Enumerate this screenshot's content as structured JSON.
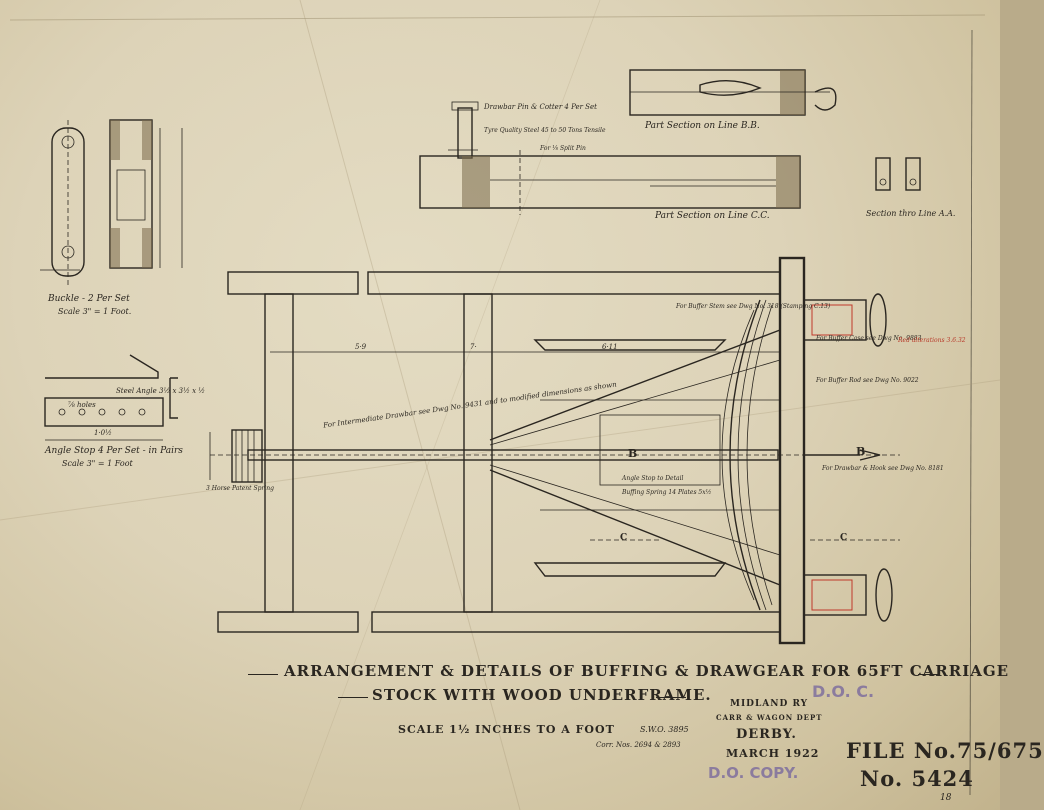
{
  "title": {
    "line1": "ARRANGEMENT & DETAILS OF BUFFING & DRAWGEAR FOR 65FT CARRIAGE",
    "line2": "STOCK WITH WOOD UNDERFRAME.",
    "scale": "SCALE 1½ INCHES TO A FOOT",
    "swo": "S.W.O. 3895",
    "correction": "Corr. Nos. 2694 & 2893"
  },
  "office": {
    "company": "MIDLAND RY",
    "dept": "CARR & WAGON DEPT",
    "place": "DERBY.",
    "date": "MARCH 1922"
  },
  "stamps": {
    "do_copy": "D.O. COPY.",
    "do_top": "D.O. C.",
    "file": "FILE No.75/675",
    "number": "No. 5424",
    "corner": "18"
  },
  "details": {
    "buckle_title": "Buckle - 2 Per Set",
    "buckle_scale": "Scale 3\" = 1 Foot.",
    "angle_title": "Angle Stop 4 Per Set - in Pairs",
    "angle_scale": "Scale 3\" = 1 Foot",
    "angle_note": "Steel Angle 3½ x 3½ x ½",
    "holes_note": "⅞ holes",
    "section_bb": "Part Section on Line B.B.",
    "section_cc": "Part Section on Line C.C.",
    "section_aa": "Section thro Line A.A.",
    "drawbar_pin": "Drawbar Pin & Cotter 4 Per Set",
    "tyre_steel": "Tyre Quality Steel 45 to 50 Tons Tensile",
    "split_pin": "For ⅛ Split Pin",
    "buffer_stem": "For Buffer Stem see Dwg No. 318 (Stamping C.13)",
    "buffer_case": "For Buffer Case see Dwg No. 9883",
    "buffer_rod": "For Buffer Rod see Dwg No. 9022",
    "drawbar_hook": "For Drawbar & Hook see Dwg No. 8181",
    "intermediate_drawbar": "For Intermediate Drawbar see Dwg No. 9431 and to modified dimensions as shown",
    "spring_note": "3 Horse Patent Spring",
    "buffing_spring": "Buffing Spring 14 Plates 5x½",
    "angle_stop": "Angle Stop to Detail",
    "red_note": "Red alterations 3.6.32"
  },
  "markers": {
    "b_left": "B",
    "b_right": "B",
    "c_left": "C",
    "c_right": "C",
    "dim_1": "5·9",
    "dim_2": "6·11",
    "dim_3": "7·",
    "dim_4": "1·0½"
  }
}
